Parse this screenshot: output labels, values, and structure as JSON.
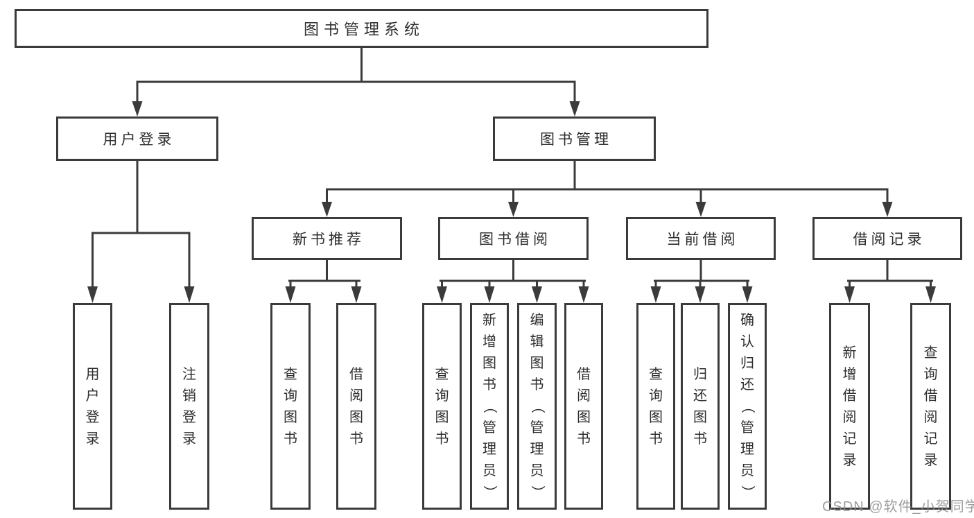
{
  "diagram": {
    "root": "图书管理系统",
    "tree": [
      {
        "label": "用户登录",
        "children": [
          "用户登录",
          "注销登录"
        ]
      },
      {
        "label": "图书管理",
        "children": [
          {
            "label": "新书推荐",
            "children": [
              "查询图书",
              "借阅图书"
            ]
          },
          {
            "label": "图书借阅",
            "children": [
              "查询图书",
              "新增图书（管理员）",
              "编辑图书（管理员）",
              "借阅图书"
            ]
          },
          {
            "label": "当前借阅",
            "children": [
              "查询图书",
              "归还图书",
              "确认归还（管理员）"
            ]
          },
          {
            "label": "借阅记录",
            "children": [
              "新增借阅记录",
              "查询借阅记录"
            ]
          }
        ]
      }
    ]
  },
  "watermark": {
    "text": "CSDN @软件_小贺同学"
  },
  "colors": {
    "line": "#3b3b3b",
    "box_border": "#3b3b3b",
    "box_fill": "#ffffff",
    "text": "#2e2e2e",
    "watermark": "#8c8c8c",
    "background": "#ffffff"
  }
}
